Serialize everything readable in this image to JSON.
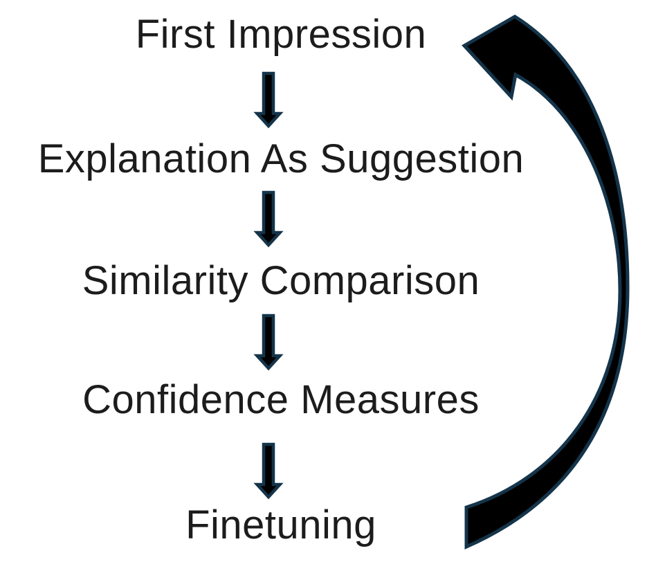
{
  "diagram": {
    "steps": [
      {
        "id": "first-impression",
        "label": "First Impression"
      },
      {
        "id": "explanation-as-suggestion",
        "label": "Explanation As Suggestion"
      },
      {
        "id": "similarity-comparison",
        "label": "Similarity Comparison"
      },
      {
        "id": "confidence-measures",
        "label": "Confidence Measures"
      },
      {
        "id": "finetuning",
        "label": "Finetuning"
      }
    ],
    "icons": {
      "down_arrow": "down-arrow-icon",
      "loop_back_arrow": "loop-back-arrow-icon"
    },
    "colors": {
      "background": "#ffffff",
      "text": "#1c1c1c",
      "arrow_fill": "#000000",
      "arrow_outline": "#14344a"
    }
  }
}
